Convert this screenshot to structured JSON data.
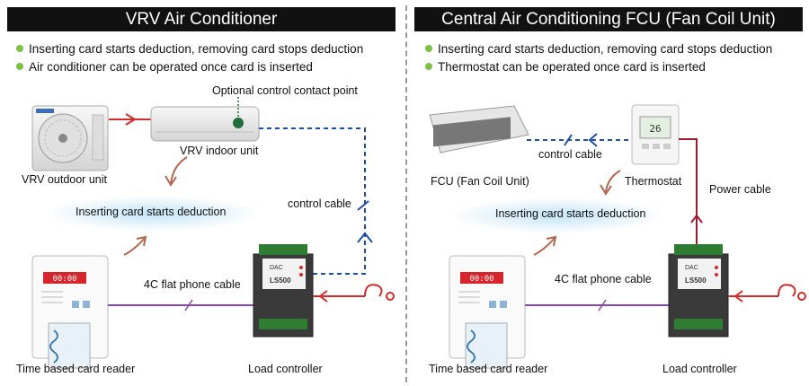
{
  "left_panel": {
    "title": "VRV Air Conditioner",
    "bullets": [
      "Inserting card starts deduction, removing card stops deduction",
      "Air conditioner can be operated once card is inserted"
    ],
    "labels": {
      "optional_contact": "Optional control contact point",
      "indoor_unit": "VRV indoor unit",
      "outdoor_unit": "VRV outdoor unit",
      "control_cable": "control cable",
      "inserting_card": "Inserting card starts deduction",
      "phone_cable": "4C flat phone cable",
      "card_reader": "Time based card reader",
      "load_controller": "Load controller"
    }
  },
  "right_panel": {
    "title": "Central Air Conditioning FCU (Fan Coil Unit)",
    "bullets": [
      "Inserting card starts deduction, removing card stops deduction",
      "Thermostat can be operated once card is inserted"
    ],
    "labels": {
      "control_cable": "control cable",
      "fcu": "FCU (Fan Coil Unit)",
      "thermostat": "Thermostat",
      "power_cable": "Power cable",
      "inserting_card": "Inserting card starts deduction",
      "phone_cable": "4C flat phone cable",
      "card_reader": "Time based card reader",
      "load_controller": "Load controller"
    }
  },
  "device_text": {
    "brand": "DAC",
    "model": "LS500",
    "reader_display": "00:00"
  },
  "colors": {
    "bullet_green": "#7cc242",
    "control_cable_blue": "#1c4fa8",
    "power_red": "#d52b2b",
    "phone_cable_purple": "#8e44ad",
    "arrow_brown": "#b5674d",
    "glow_blue": "#bfe2f5"
  }
}
